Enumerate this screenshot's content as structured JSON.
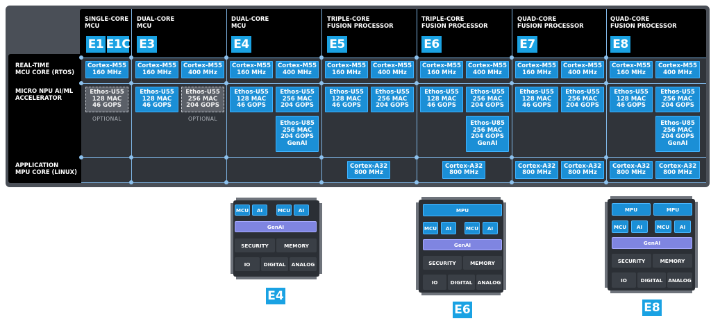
{
  "rows": [
    {
      "key": "rtos",
      "label": "REAL-TIME\nMCU CORE (RTOS)"
    },
    {
      "key": "npu",
      "label": "MICRO NPU AI/ML\nACCELERATOR"
    },
    {
      "key": "app",
      "label": "APPLICATION\nMPU CORE (LINUX)"
    }
  ],
  "columns": [
    {
      "key": "e1",
      "name": "SINGLE-CORE\nMCU",
      "badges": [
        "E1",
        "E1C"
      ]
    },
    {
      "key": "e3",
      "name": "DUAL-CORE\nMCU",
      "badges": [
        "E3"
      ]
    },
    {
      "key": "e4",
      "name": "DUAL-CORE\nMCU",
      "badges": [
        "E4"
      ]
    },
    {
      "key": "e5",
      "name": "TRIPLE-CORE\nFUSION PROCESSOR",
      "badges": [
        "E5"
      ]
    },
    {
      "key": "e6",
      "name": "TRIPLE-CORE\nFUSION PROCESSOR",
      "badges": [
        "E6"
      ]
    },
    {
      "key": "e7",
      "name": "QUAD-CORE\nFUSION PROCESSOR",
      "badges": [
        "E7"
      ]
    },
    {
      "key": "e8",
      "name": "QUAD-CORE\nFUSION PROCESSOR",
      "badges": [
        "E8"
      ]
    }
  ],
  "cells": {
    "m55_160": "Cortex-M55\n160 MHz",
    "m55_400": "Cortex-M55\n400 MHz",
    "u55_128": "Ethos-U55\n128 MAC\n46 GOPS",
    "u55_256": "Ethos-U55\n256 MAC\n204 GOPS",
    "u85_256": "Ethos-U85\n256 MAC\n204 GOPS\nGenAI",
    "a32_800": "Cortex-A32\n800 MHz"
  },
  "optional_label": "OPTIONAL",
  "chips": [
    {
      "name": "E4",
      "badge": "E4",
      "blocks": {
        "mcu": "MCU",
        "ai": "AI",
        "genai": "GenAI",
        "security": "SECURITY",
        "memory": "MEMORY",
        "io": "IO",
        "digital": "DIGITAL",
        "analog": "ANALOG"
      }
    },
    {
      "name": "E6",
      "badge": "E6",
      "blocks": {
        "mpu": "MPU",
        "mcu": "MCU",
        "ai": "AI",
        "genai": "GenAI",
        "security": "SECURITY",
        "memory": "MEMORY",
        "io": "IO",
        "digital": "DIGITAL",
        "analog": "ANALOG"
      }
    },
    {
      "name": "E8",
      "badge": "E8",
      "blocks": {
        "mpu": "MPU",
        "mcu": "MCU",
        "ai": "AI",
        "genai": "GenAI",
        "security": "SECURITY",
        "memory": "MEMORY",
        "io": "IO",
        "digital": "DIGITAL",
        "analog": "ANALOG"
      }
    }
  ],
  "colors": {
    "accent": "#1aa2e3",
    "cell": "#1b8fd6",
    "genai": "#7f85e1",
    "frame": "#4a4f57"
  }
}
